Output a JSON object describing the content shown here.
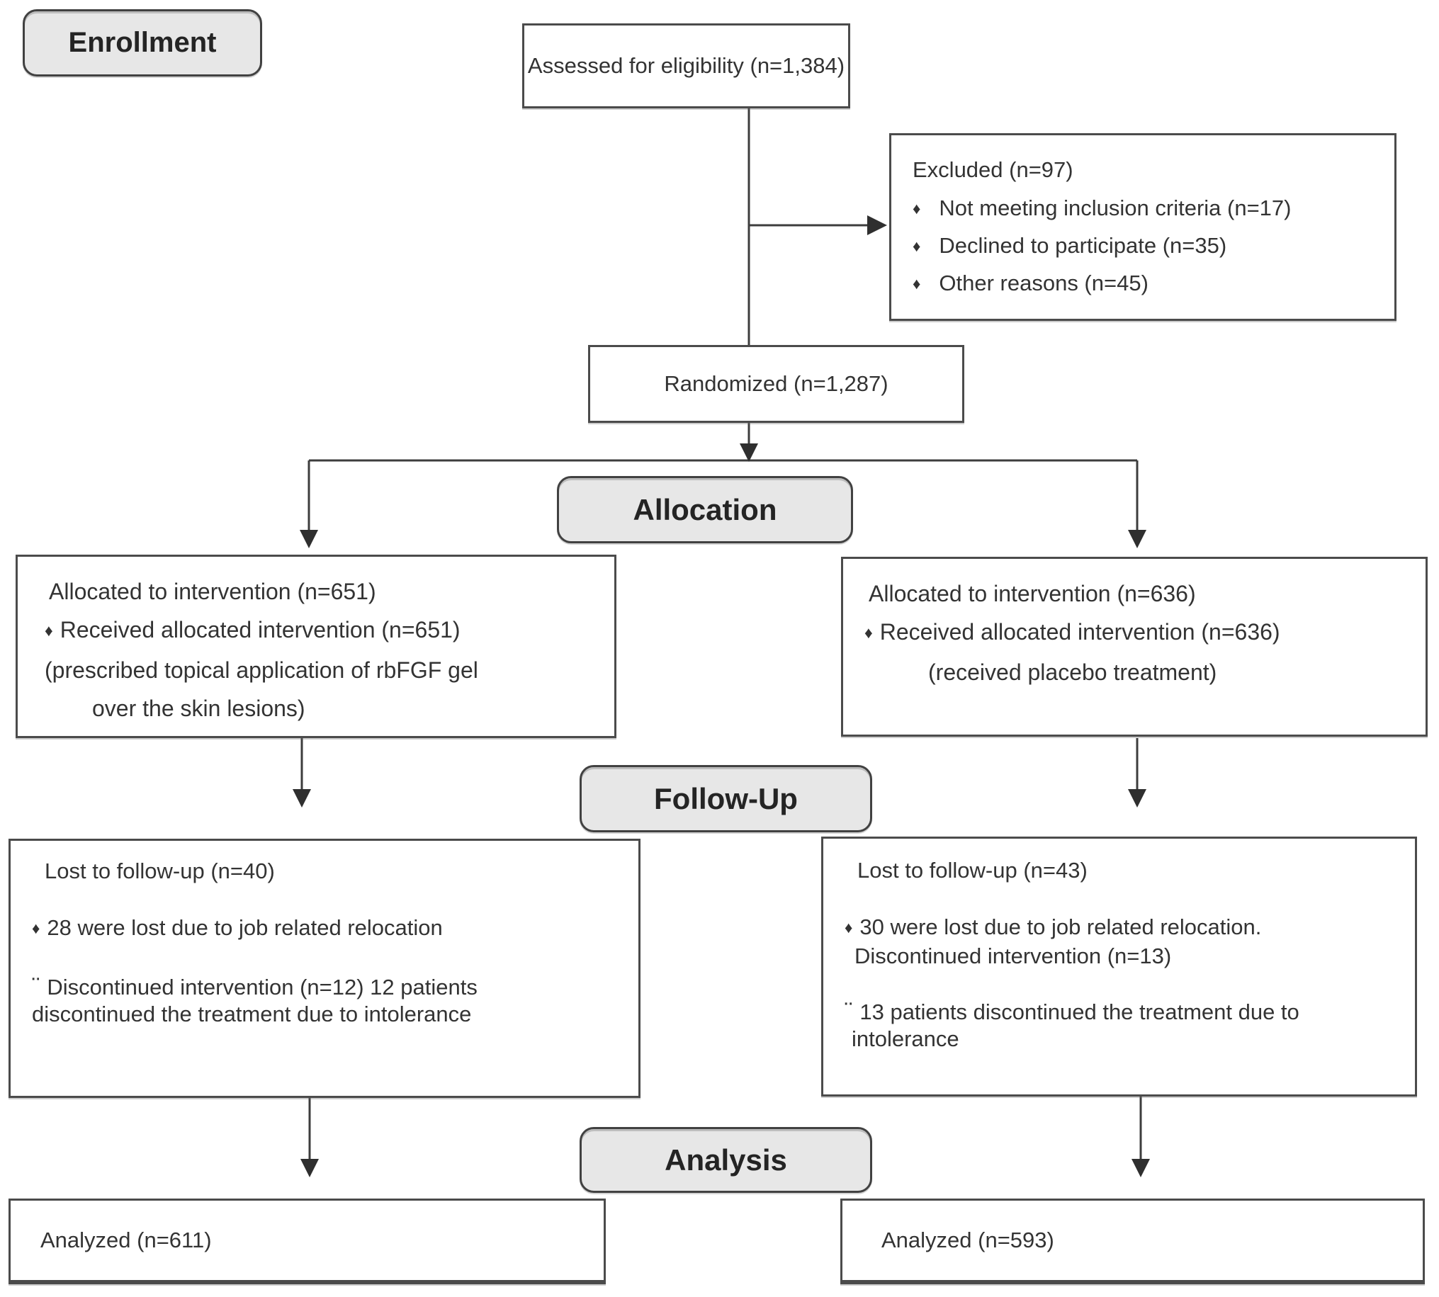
{
  "colors": {
    "background": "#ffffff",
    "stage_label_fill": "#e7e7e7",
    "box_border": "#4b4b4b",
    "text": "#333333",
    "connector": "#3d3d3d"
  },
  "glyphs": {
    "diamond_bullet": "♦",
    "dots_bullet": "¨"
  },
  "stages": {
    "enrollment": "Enrollment",
    "allocation": "Allocation",
    "followup": "Follow-Up",
    "analysis": "Analysis"
  },
  "assessed": {
    "text": "Assessed for eligibility (n=1,384)"
  },
  "excluded": {
    "title": "Excluded (n=97)",
    "items": [
      "Not meeting inclusion criteria (n=17)",
      "Declined to participate (n=35)",
      "Other reasons (n=45)"
    ]
  },
  "randomized": {
    "text": "Randomized (n=1,287)"
  },
  "alloc_left": {
    "line1": "Allocated to intervention (n=651)",
    "line2": "Received allocated intervention (n=651)",
    "line3": "(prescribed topical application of rbFGF gel",
    "line4": "over the skin lesions)"
  },
  "alloc_right": {
    "line1": "Allocated to intervention (n=636)",
    "line2": "Received allocated intervention (n=636)",
    "line3": "(received placebo treatment)"
  },
  "fu_left": {
    "title": "Lost to follow-up (n=40)",
    "b1": "28 were lost due to job related relocation",
    "b2line1": "Discontinued intervention (n=12) 12 patients",
    "b2line2": "discontinued the treatment due to intolerance"
  },
  "fu_right": {
    "title": "Lost to follow-up (n=43)",
    "b1line1": "30 were lost due to job related relocation.",
    "b1line2": "Discontinued intervention (n=13)",
    "b2line1": "13 patients discontinued the treatment due to",
    "b2line2": "intolerance"
  },
  "analyzed_left": {
    "text": "Analyzed (n=611)"
  },
  "analyzed_right": {
    "text": "Analyzed (n=593)"
  }
}
